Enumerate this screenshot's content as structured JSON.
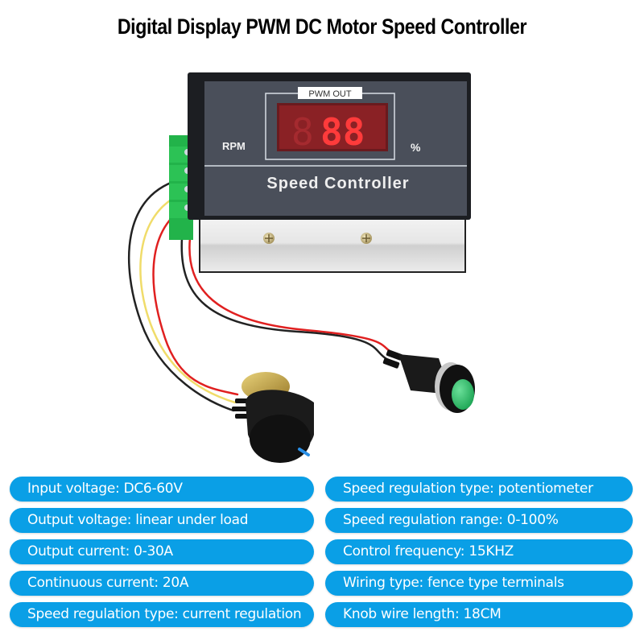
{
  "title": "Digital Display PWM DC Motor Speed Controller",
  "device": {
    "display_label": "PWM OUT",
    "display_digits": "88",
    "left_unit": "RPM",
    "right_unit": "%",
    "panel_label": "Speed Controller"
  },
  "colors": {
    "pill_bg": "#0a9fe6",
    "panel": "#4a4f5a",
    "led": "#e8262a",
    "terminal": "#22b34a",
    "button_cap": "#2fc06a"
  },
  "specs": {
    "left": [
      "Input voltage: DC6-60V",
      "Output voltage: linear under load",
      "Output current: 0-30A",
      "Continuous current: 20A",
      "Speed regulation type: current regulation"
    ],
    "right": [
      "Speed regulation type: potentiometer",
      "Speed regulation range: 0-100%",
      "Control frequency: 15KHZ",
      "Wiring type: fence type terminals",
      "Knob wire length: 18CM"
    ]
  }
}
